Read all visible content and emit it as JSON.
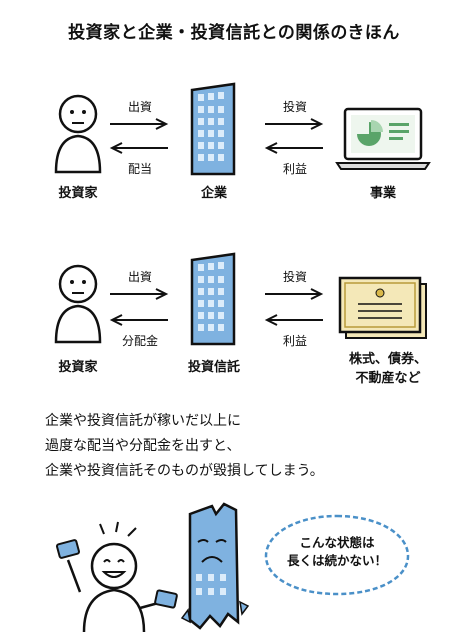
{
  "title": "投資家と企業・投資信託との関係のきほん",
  "row1": {
    "investor": "投資家",
    "company": "企業",
    "business": "事業",
    "arrow_invest_top": "出資",
    "arrow_return_bottom": "配当",
    "arrow_invest2_top": "投資",
    "arrow_return2_bottom": "利益"
  },
  "row2": {
    "investor": "投資家",
    "fund": "投資信託",
    "assets_line1": "株式、債券、",
    "assets_line2": "不動産など",
    "arrow_invest_top": "出資",
    "arrow_return_bottom": "分配金",
    "arrow_invest2_top": "投資",
    "arrow_return2_bottom": "利益"
  },
  "body": {
    "line1": "企業や投資信託が稼いだ以上に",
    "line2": "過度な配当や分配金を出すと、",
    "line3": "企業や投資信託そのものが毀損してしまう。"
  },
  "bubble": {
    "line1": "こんな状態は",
    "line2": "長くは続かない！"
  },
  "colors": {
    "building": "#7fb2e0",
    "chart": "#5aa469",
    "certificate": "#f4e8b8"
  }
}
